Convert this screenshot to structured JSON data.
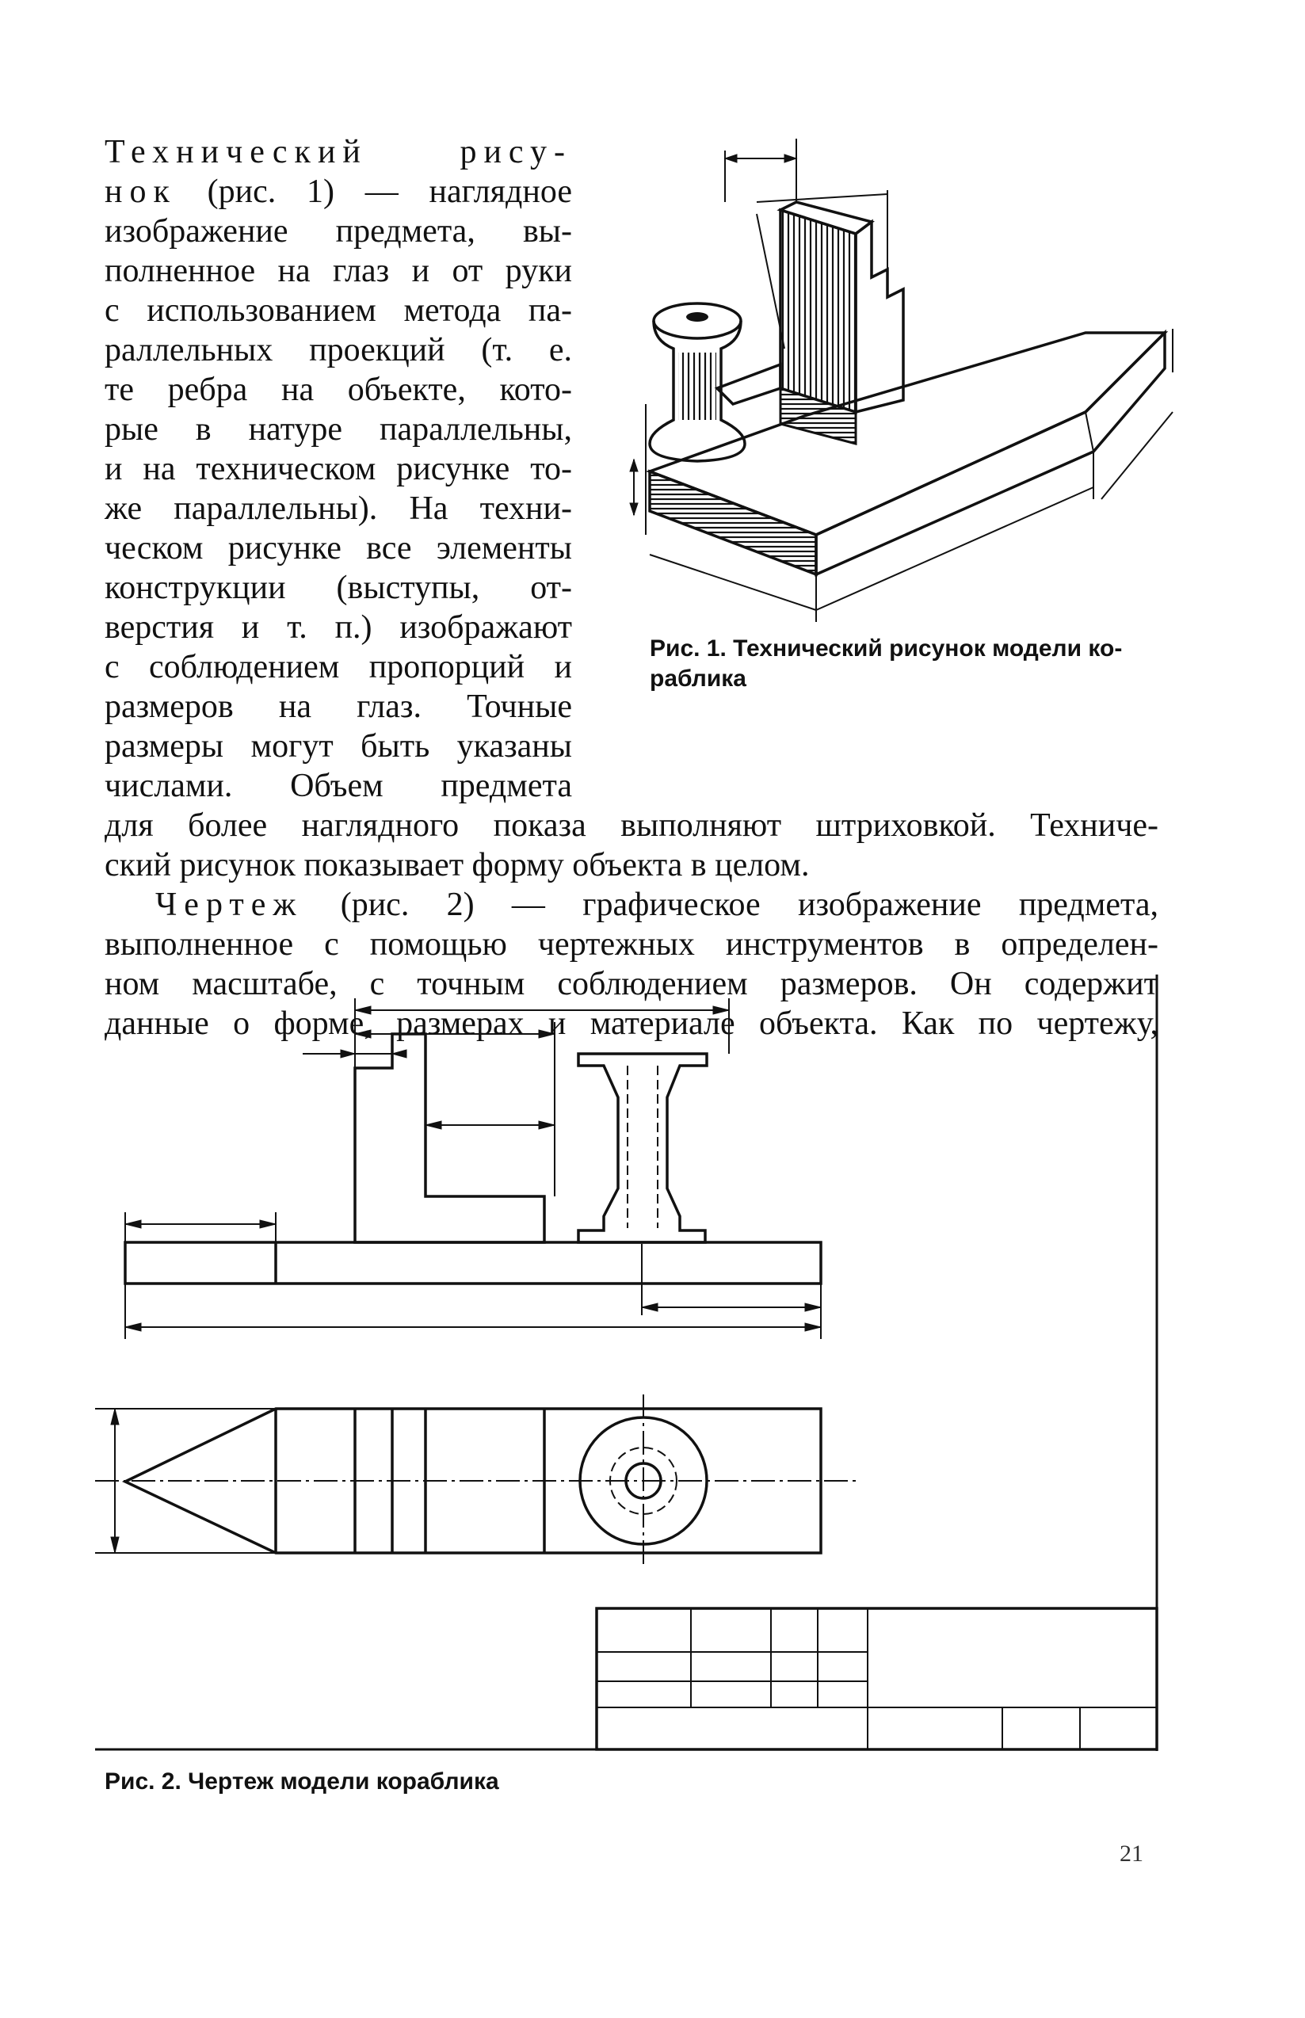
{
  "text": {
    "l01": "Технический рису-",
    "l02a": "нок",
    "l02b": " (рис. 1) — наглядное",
    "l03": "изображение предмета, вы-",
    "l04": "полненное на глаз и от руки",
    "l05": "с использованием метода па-",
    "l06": "раллельных проекций (т. е.",
    "l07": "те ребра на объекте, кото-",
    "l08": "рые в натуре параллельны,",
    "l09": "и на техническом рисунке то-",
    "l10": "же параллельны). На техни-",
    "l11": "ческом рисунке все элементы",
    "l12": "конструкции (выступы, от-",
    "l13": "верстия и т. п.) изображают",
    "l14": "с соблюдением пропорций и",
    "l15": "размеров на глаз. Точные",
    "l16": "размеры могут быть указаны",
    "l17": "числами. Объем предмета",
    "l18": "для более наглядного показа выполняют штриховкой. Техниче-",
    "l19": "ский рисунок показывает форму объекта в целом.",
    "l20a": "Чертеж",
    "l20b": " (рис. 2) — графическое изображение предмета,",
    "l21": "выполненное с помощью чертежных инструментов в определен-",
    "l22": "ном масштабе, с точным соблюдением размеров. Он содержит",
    "l23": "данные о форме, размерах и материале объекта. Как по чертежу,"
  },
  "fig1_caption_line1": "Рис. 1. Технический рисунок модели ко-",
  "fig1_caption_line2": "раблика",
  "fig2_caption": "Рис. 2. Чертеж модели кораблика",
  "page_number": "21"
}
